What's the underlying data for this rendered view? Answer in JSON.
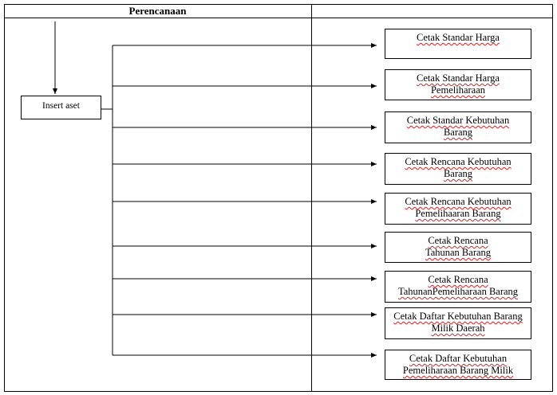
{
  "header": {
    "left_title": "Perencanaan",
    "right_title": ""
  },
  "source_node": {
    "label": "Insert aset"
  },
  "outputs": [
    {
      "label": "Cetak Standar Harga"
    },
    {
      "label": "Cetak Standar Harga\nPemeliharaan"
    },
    {
      "label": "Cetak Standar Kebutuhan\nBarang"
    },
    {
      "label": "Cetak Rencana Kebutuhan\nBarang"
    },
    {
      "label": "Cetak Rencana Kebutuhan\nPemelihaaran Barang"
    },
    {
      "label": "Cetak Rencana\nTahunan Barang"
    },
    {
      "label": "Cetak Rencana\nTahunanPemeliharaan Barang"
    },
    {
      "label": "Cetak Daftar Kebutuhan Barang\nMilik  Daerah"
    },
    {
      "label": "Cetak Daftar Kebutuhan\nPemeliharaan Barang Milik"
    }
  ]
}
